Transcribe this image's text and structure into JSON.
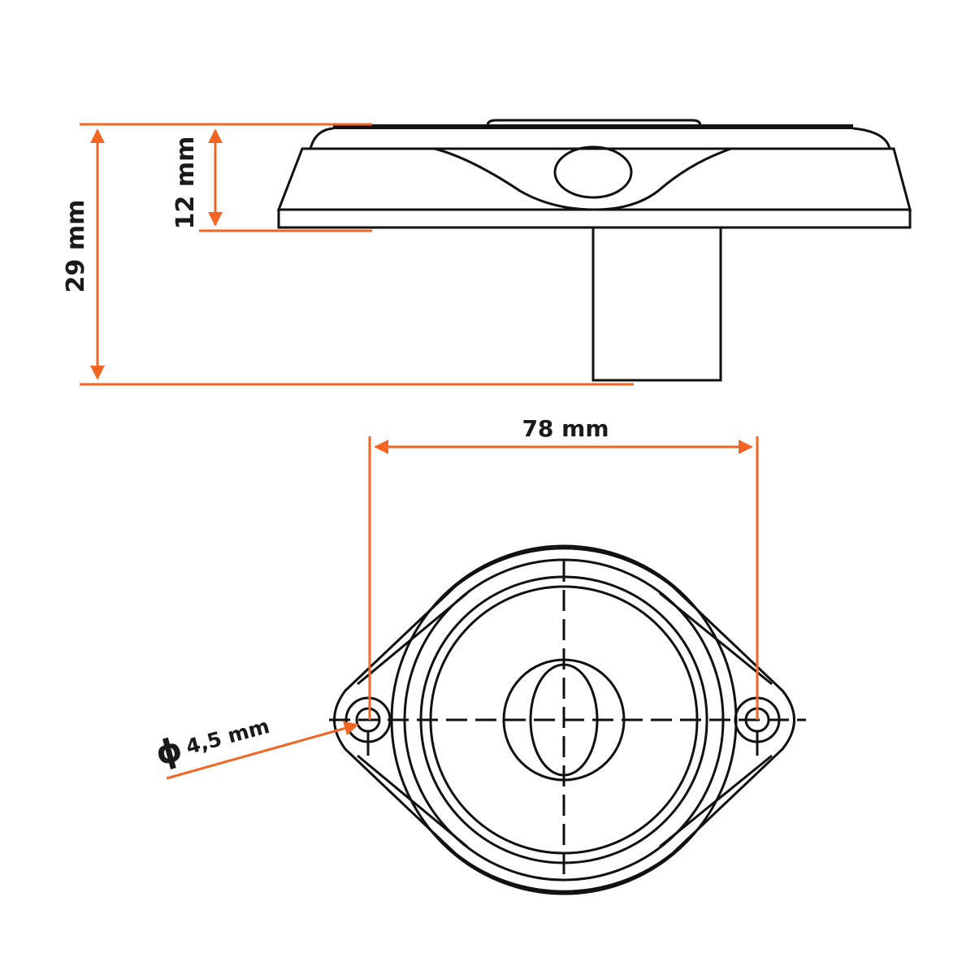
{
  "dimensions": {
    "total_height": "29 mm",
    "body_height": "12 mm",
    "hole_spacing": "78 mm",
    "hole_diameter_symbol": "ϕ",
    "hole_diameter": "4,5 mm"
  },
  "colors": {
    "dimension": "#F26522",
    "line": "#111111"
  }
}
